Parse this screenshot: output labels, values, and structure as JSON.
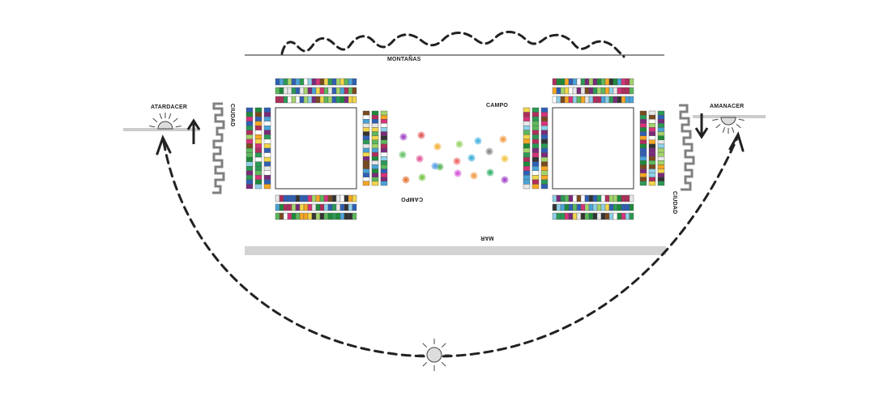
{
  "labels": {
    "mountains": "MONTAÑAS",
    "sunset": "ATARDACER",
    "sunrise": "AMANACER",
    "city_left": "CIUDAD",
    "city_right": "CIUDAD",
    "field_top": "CAMPO",
    "field_bottom": "CAMPO",
    "sea": "MAR"
  },
  "icons": {
    "sun": "sun-icon",
    "up_arrow": "arrow-up-icon",
    "down_arrow": "arrow-down-icon"
  },
  "palette": [
    "#1d8a3a",
    "#2b9a55",
    "#5cb85c",
    "#a3d46b",
    "#d6337a",
    "#b02d5c",
    "#7a2a7a",
    "#2f5fb5",
    "#4aa3d8",
    "#8ed0e8",
    "#f2d64b",
    "#f6a623",
    "#7a4a1e",
    "#333333",
    "#ffffff",
    "#e8e8e8"
  ],
  "flower_colors": [
    "#a64ac9",
    "#e25c5c",
    "#f2b33d",
    "#9bd36b",
    "#4ab5e0",
    "#f29e4c",
    "#6bc46b",
    "#e25c9c",
    "#5cb85c",
    "#f06b6b",
    "#3fb0d8",
    "#8a8a8a",
    "#f2c64b",
    "#e87a3a",
    "#7ac74f",
    "#5fa0e8",
    "#d95ad9",
    "#f29e4c",
    "#3cb371"
  ],
  "colors": {
    "ink": "#222222",
    "ground": "#cccccc",
    "sea": "#d3d3d3",
    "city": "#808080"
  }
}
